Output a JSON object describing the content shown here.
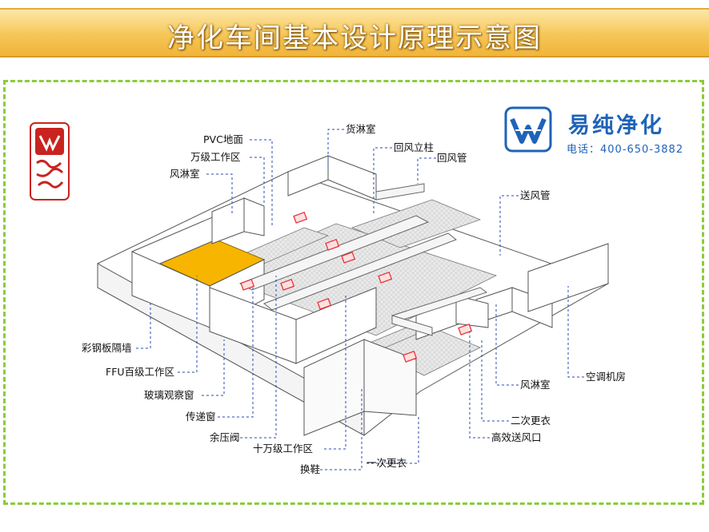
{
  "header": {
    "title": "净化车间基本设计原理示意图"
  },
  "brand": {
    "name": "易纯净化",
    "phone": "电话：400-650-3882"
  },
  "labels": {
    "pvc_floor": "PVC地面",
    "class10k_work": "万级工作区",
    "air_shower_1": "风淋室",
    "cargo_shower": "货淋室",
    "return_column": "回风立柱",
    "return_duct": "回风管",
    "supply_duct": "送风管",
    "steel_wall": "彩钢板隔墙",
    "ffu_class100": "FFU百级工作区",
    "glass_window": "玻璃观察窗",
    "pass_box": "传递窗",
    "pressure_valve": "余压阀",
    "class100k_work": "十万级工作区",
    "shoe_change": "换鞋",
    "first_change": "一次更衣",
    "air_shower_2": "风淋室",
    "ac_room": "空调机房",
    "second_change": "二次更衣",
    "hepa_outlet": "高效送风口"
  },
  "colors": {
    "banner": "#f6c657",
    "frame": "#8ccb3a",
    "ffu_zone": "#f7b500",
    "brand": "#1e63b8",
    "filter": "#e8333a"
  }
}
